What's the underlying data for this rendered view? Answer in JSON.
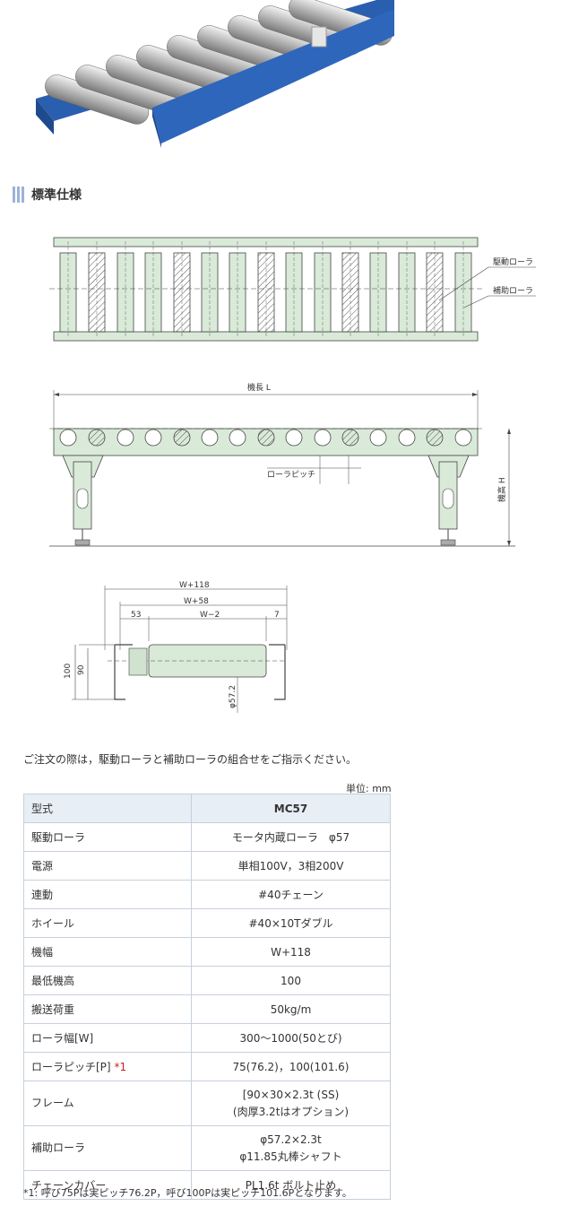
{
  "section": {
    "title": "標準仕様"
  },
  "drawing": {
    "top_view": {
      "drive_roller": "駆動ローラ",
      "aux_roller": "補助ローラ"
    },
    "side_view": {
      "length": "機長 L",
      "pitch": "ローラピッチ",
      "height": "機高 H"
    },
    "front_view": {
      "w118": "W+118",
      "w58": "W+58",
      "d53": "53",
      "wm2": "W−2",
      "d7": "7",
      "d100": "100",
      "d90": "90",
      "phi": "φ57.2"
    }
  },
  "order_note": "ご注文の際は，駆動ローラと補助ローラの組合せをご指示ください。",
  "unit": "単位: mm",
  "spec_table": {
    "header": [
      "型式",
      "MC57"
    ],
    "rows": [
      {
        "key": "駆動ローラ",
        "value": "モータ内蔵ローラ　φ57"
      },
      {
        "key": "電源",
        "value": "単相100V，3相200V"
      },
      {
        "key": "連動",
        "value": "#40チェーン"
      },
      {
        "key": "ホイール",
        "value": "#40×10Tダブル"
      },
      {
        "key": "機幅",
        "value": "W+118"
      },
      {
        "key": "最低機高",
        "value": "100"
      },
      {
        "key": "搬送荷重",
        "value": "50kg/m"
      },
      {
        "key": "ローラ幅[W]",
        "value": "300～1000(50とび)"
      },
      {
        "key": "ローラピッチ[P]",
        "mark": "*1",
        "value": "75(76.2)，100(101.6)"
      },
      {
        "key": "フレーム",
        "value": "[90×30×2.3t (SS)",
        "value2": "(肉厚3.2tはオプション)"
      },
      {
        "key": "補助ローラ",
        "value": "φ57.2×2.3t",
        "value2": "φ11.85丸棒シャフト"
      },
      {
        "key": "チェーンカバー",
        "value": "PL1.6t ボルト止め"
      }
    ]
  },
  "footnote": "*1: 呼び75Pは実ピッチ76.2P，呼び100Pは実ピッチ101.6Pとなります。",
  "colors": {
    "frame_blue": "#2a5fb0",
    "roller_green": "#d9ead9",
    "header_bg": "#e8eef6",
    "accent_red": "#d02020"
  }
}
